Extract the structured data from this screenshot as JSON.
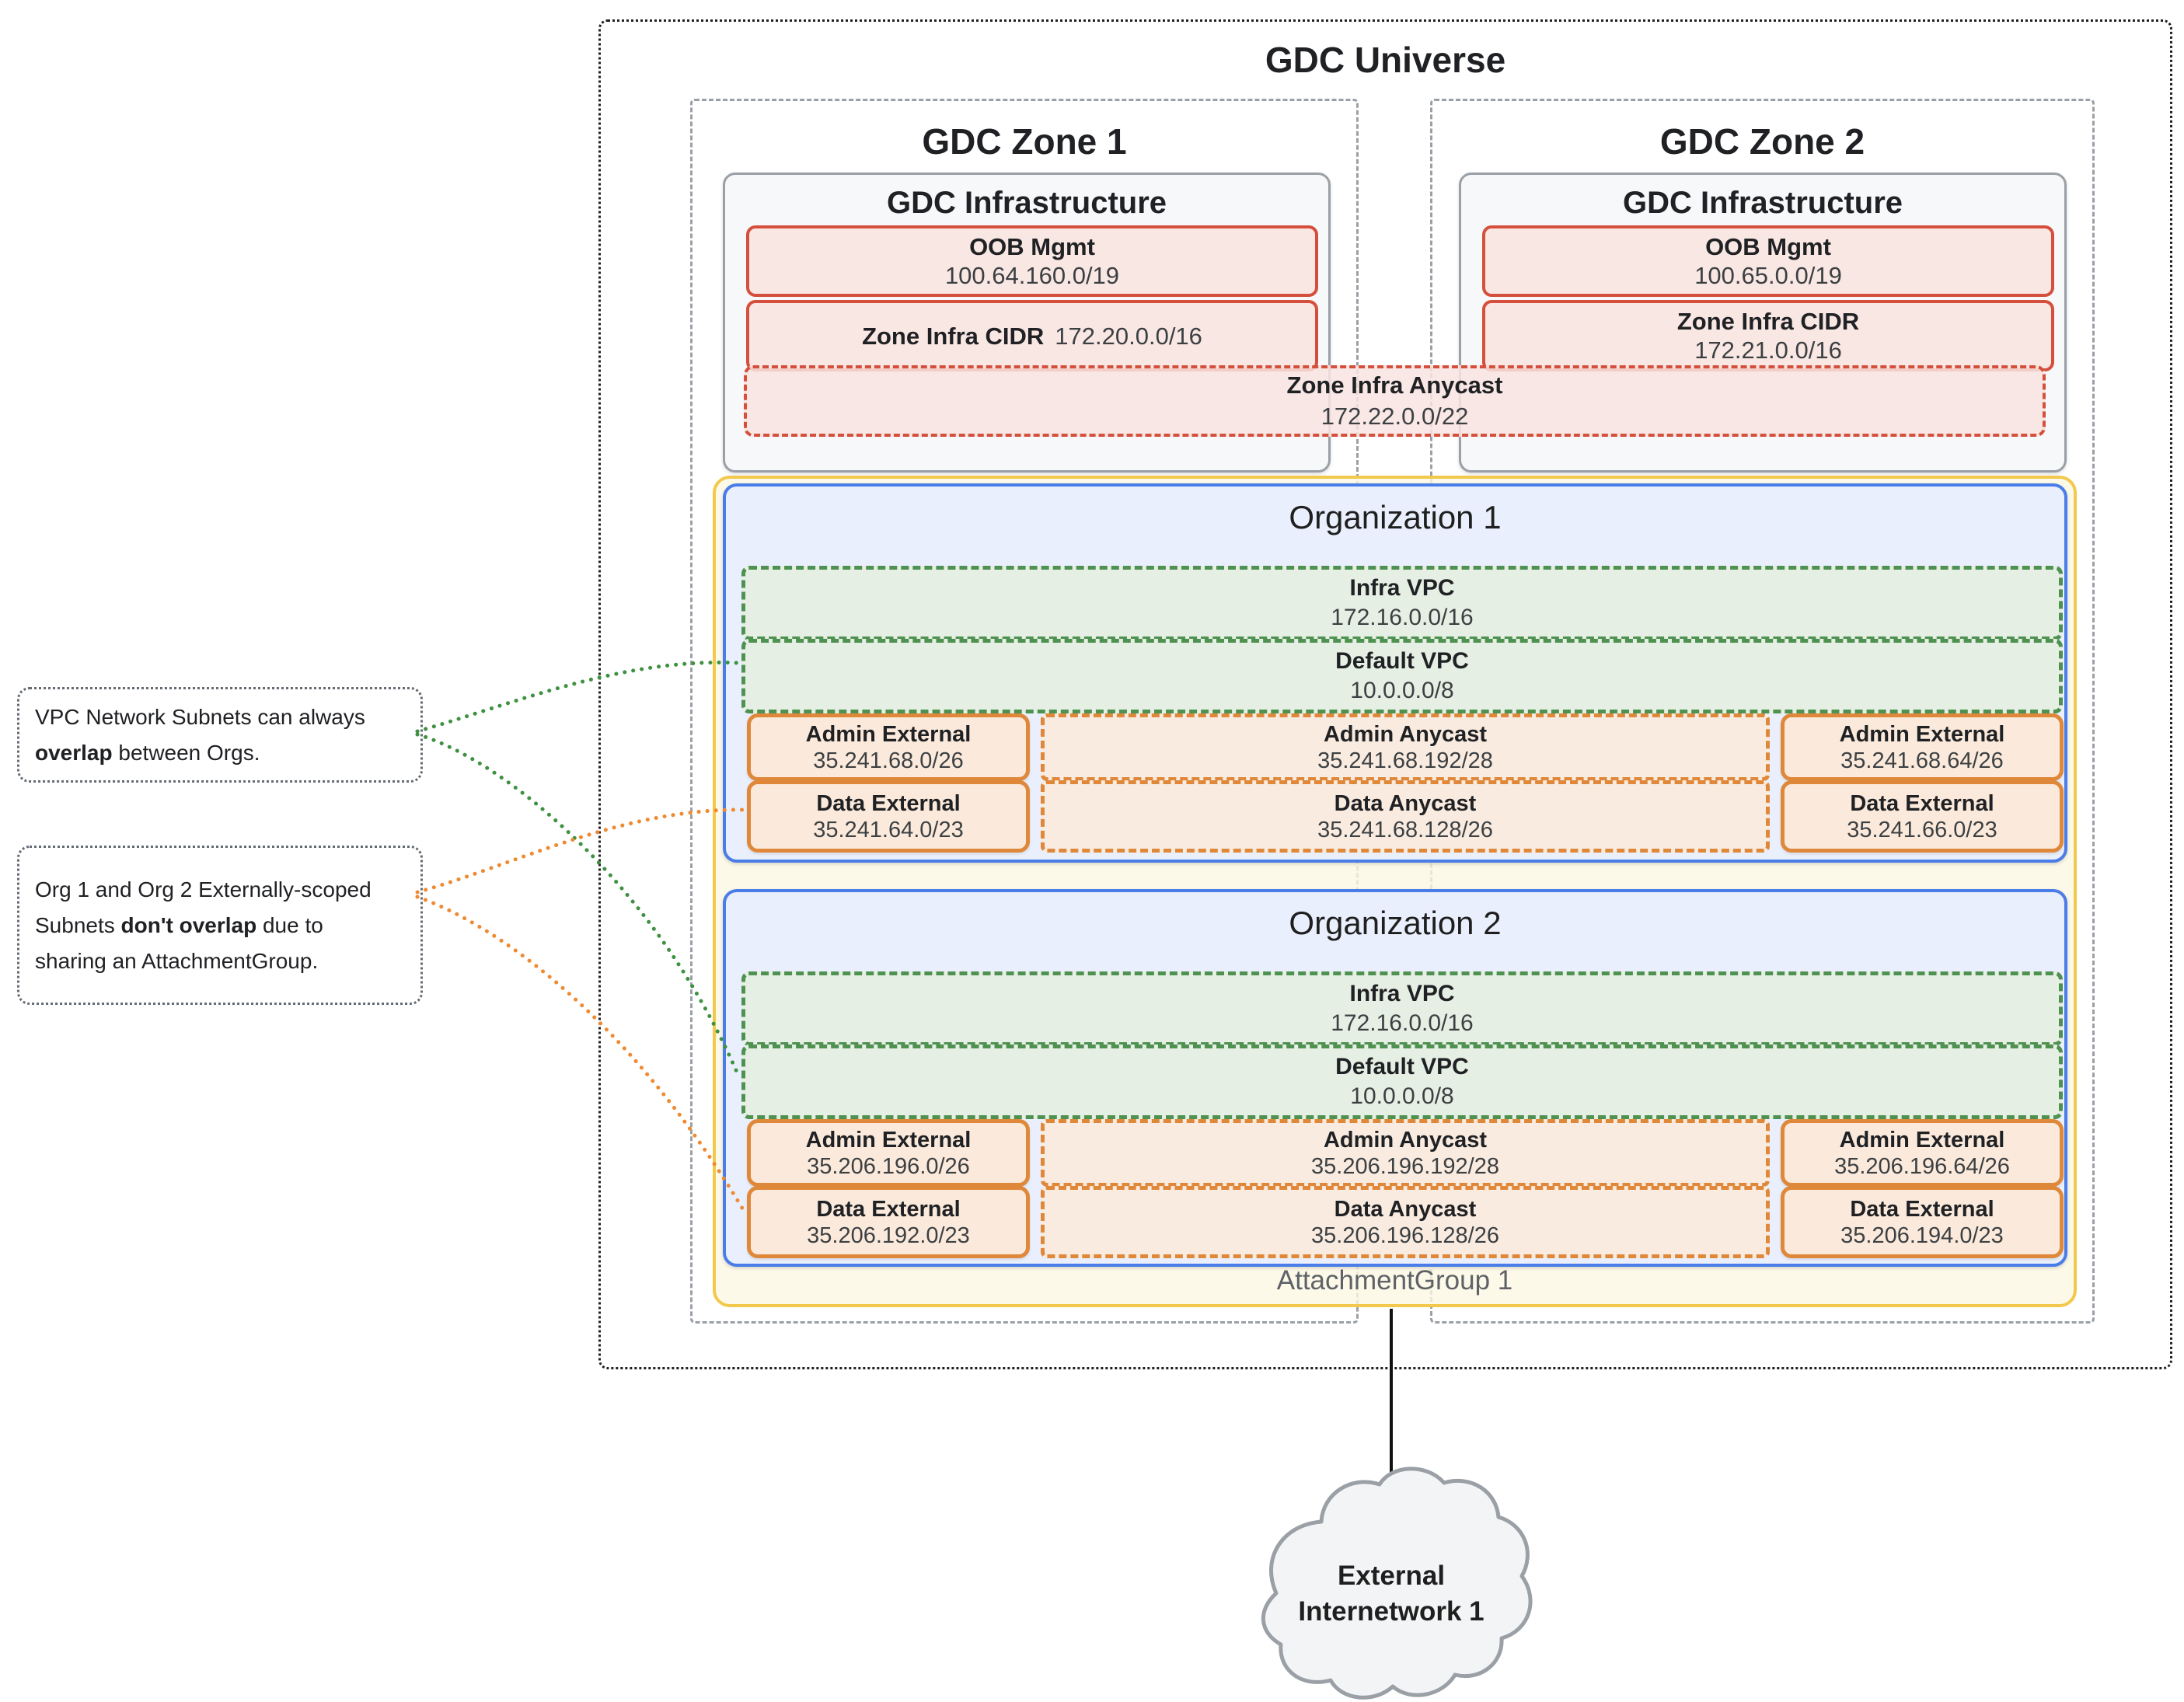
{
  "universe": {
    "title": "GDC Universe"
  },
  "zones": [
    {
      "title": "GDC Zone 1",
      "infrastructure": {
        "title": "GDC Infrastructure",
        "oob_mgmt": {
          "label": "OOB Mgmt",
          "cidr": "100.64.160.0/19"
        },
        "zone_infra_cidr": {
          "label": "Zone Infra CIDR",
          "cidr": "172.20.0.0/16"
        }
      }
    },
    {
      "title": "GDC Zone 2",
      "infrastructure": {
        "title": "GDC Infrastructure",
        "oob_mgmt": {
          "label": "OOB Mgmt",
          "cidr": "100.65.0.0/19"
        },
        "zone_infra_cidr": {
          "label": "Zone Infra CIDR",
          "cidr": "172.21.0.0/16"
        }
      }
    }
  ],
  "zone_infra_anycast": {
    "label": "Zone Infra Anycast",
    "cidr": "172.22.0.0/22"
  },
  "attachment_group": {
    "label": "AttachmentGroup 1"
  },
  "organizations": [
    {
      "title": "Organization 1",
      "infra_vpc": {
        "label": "Infra VPC",
        "cidr": "172.16.0.0/16"
      },
      "default_vpc": {
        "label": "Default VPC",
        "cidr": "10.0.0.0/8"
      },
      "subnets": {
        "admin_external_left": {
          "label": "Admin External",
          "cidr": "35.241.68.0/26"
        },
        "admin_anycast": {
          "label": "Admin Anycast",
          "cidr": "35.241.68.192/28"
        },
        "admin_external_right": {
          "label": "Admin External",
          "cidr": "35.241.68.64/26"
        },
        "data_external_left": {
          "label": "Data External",
          "cidr": "35.241.64.0/23"
        },
        "data_anycast": {
          "label": "Data Anycast",
          "cidr": "35.241.68.128/26"
        },
        "data_external_right": {
          "label": "Data External",
          "cidr": "35.241.66.0/23"
        }
      }
    },
    {
      "title": "Organization 2",
      "infra_vpc": {
        "label": "Infra VPC",
        "cidr": "172.16.0.0/16"
      },
      "default_vpc": {
        "label": "Default VPC",
        "cidr": "10.0.0.0/8"
      },
      "subnets": {
        "admin_external_left": {
          "label": "Admin External",
          "cidr": "35.206.196.0/26"
        },
        "admin_anycast": {
          "label": "Admin Anycast",
          "cidr": "35.206.196.192/28"
        },
        "admin_external_right": {
          "label": "Admin External",
          "cidr": "35.206.196.64/26"
        },
        "data_external_left": {
          "label": "Data External",
          "cidr": "35.206.192.0/23"
        },
        "data_anycast": {
          "label": "Data Anycast",
          "cidr": "35.206.196.128/26"
        },
        "data_external_right": {
          "label": "Data External",
          "cidr": "35.206.194.0/23"
        }
      }
    }
  ],
  "annotations": [
    {
      "lines": [
        [
          {
            "text": "VPC Network Subnets can always"
          }
        ],
        [
          {
            "text": "overlap",
            "bold": true
          },
          {
            "text": " between Orgs."
          }
        ]
      ]
    },
    {
      "lines": [
        [
          {
            "text": "Org 1 and Org 2 Externally-scoped"
          }
        ],
        [
          {
            "text": "Subnets "
          },
          {
            "text": "don't overlap",
            "bold": true
          },
          {
            "text": " due to"
          }
        ],
        [
          {
            "text": "sharing an AttachmentGroup."
          }
        ]
      ]
    }
  ],
  "external_network": {
    "line1": "External",
    "line2": "Internetwork 1"
  },
  "colors": {
    "red_border": "#d5503c",
    "red_fill": "#f9e7e3",
    "orange_border": "#e0883a",
    "orange_fill": "#fbeadb",
    "green_border": "#4e9150",
    "green_fill": "#e6efe4",
    "blue_border": "#4b7de8",
    "blue_fill": "#e9effc",
    "yellow_border": "#f2c94c",
    "yellow_fill": "#fdf8e3",
    "gray_border": "#9aa0a6",
    "gray_fill": "#f7f8fa",
    "overlap_connector_green": "#3d9140",
    "no_overlap_connector_orange": "#ee8a31"
  }
}
